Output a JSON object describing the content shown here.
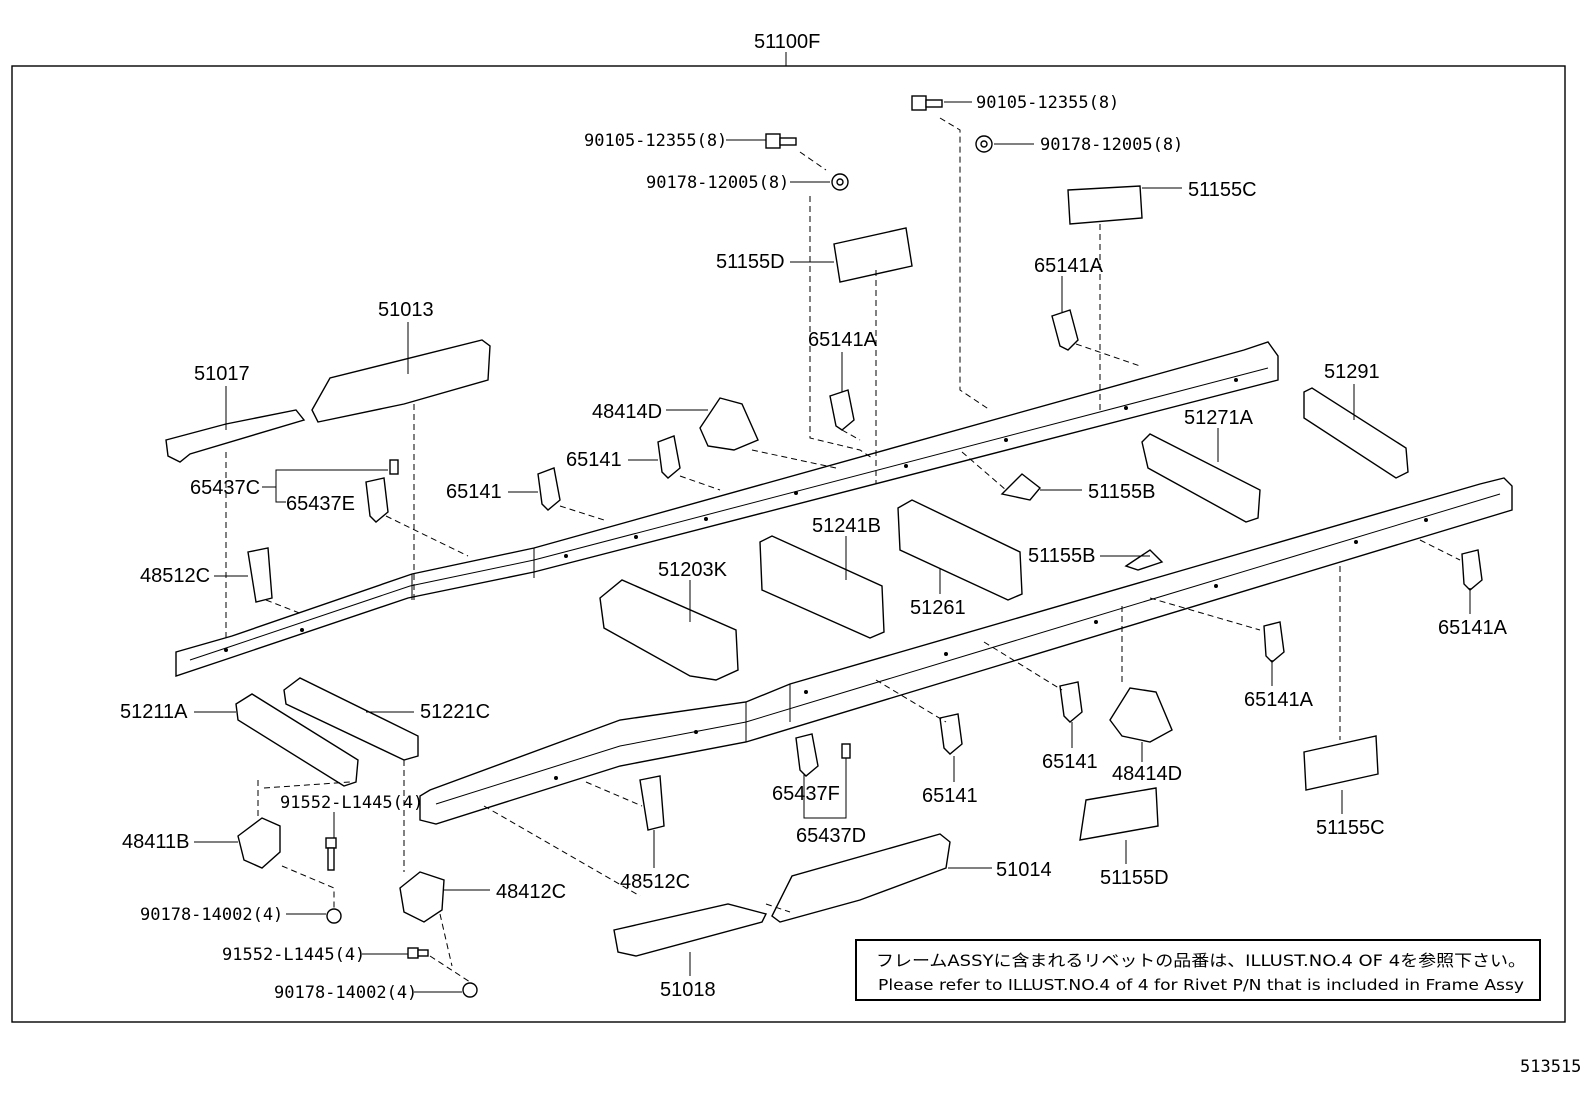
{
  "diagram": {
    "assembly_label": "51100F",
    "illustration_id": "513515",
    "note": {
      "line_jp": "フレームASSYに含まれるリベットの品番は、ILLUST.NO.4 OF 4を参照下さい。",
      "line_en": "Please refer to ILLUST.NO.4 of 4 for Rivet P/N that is included in Frame Assy"
    },
    "callouts": [
      "90105-12355(8)",
      "90178-12005(8)",
      "90105-12355(8)",
      "90178-12005(8)",
      "51155C",
      "51155D",
      "65141A",
      "65141A",
      "51013",
      "51017",
      "48414D",
      "65141",
      "65141",
      "65437C",
      "65437E",
      "51291",
      "51271A",
      "51155B",
      "51241B",
      "51155B",
      "51203K",
      "48512C",
      "51261",
      "65141A",
      "65141A",
      "51211A",
      "51221C",
      "91552-L1445(4)",
      "48411B",
      "65437F",
      "65437D",
      "65141",
      "65141",
      "48414D",
      "51155C",
      "48512C",
      "51014",
      "51155D",
      "48412C",
      "90178-14002(4)",
      "91552-L1445(4)",
      "90178-14002(4)",
      "51018"
    ]
  }
}
